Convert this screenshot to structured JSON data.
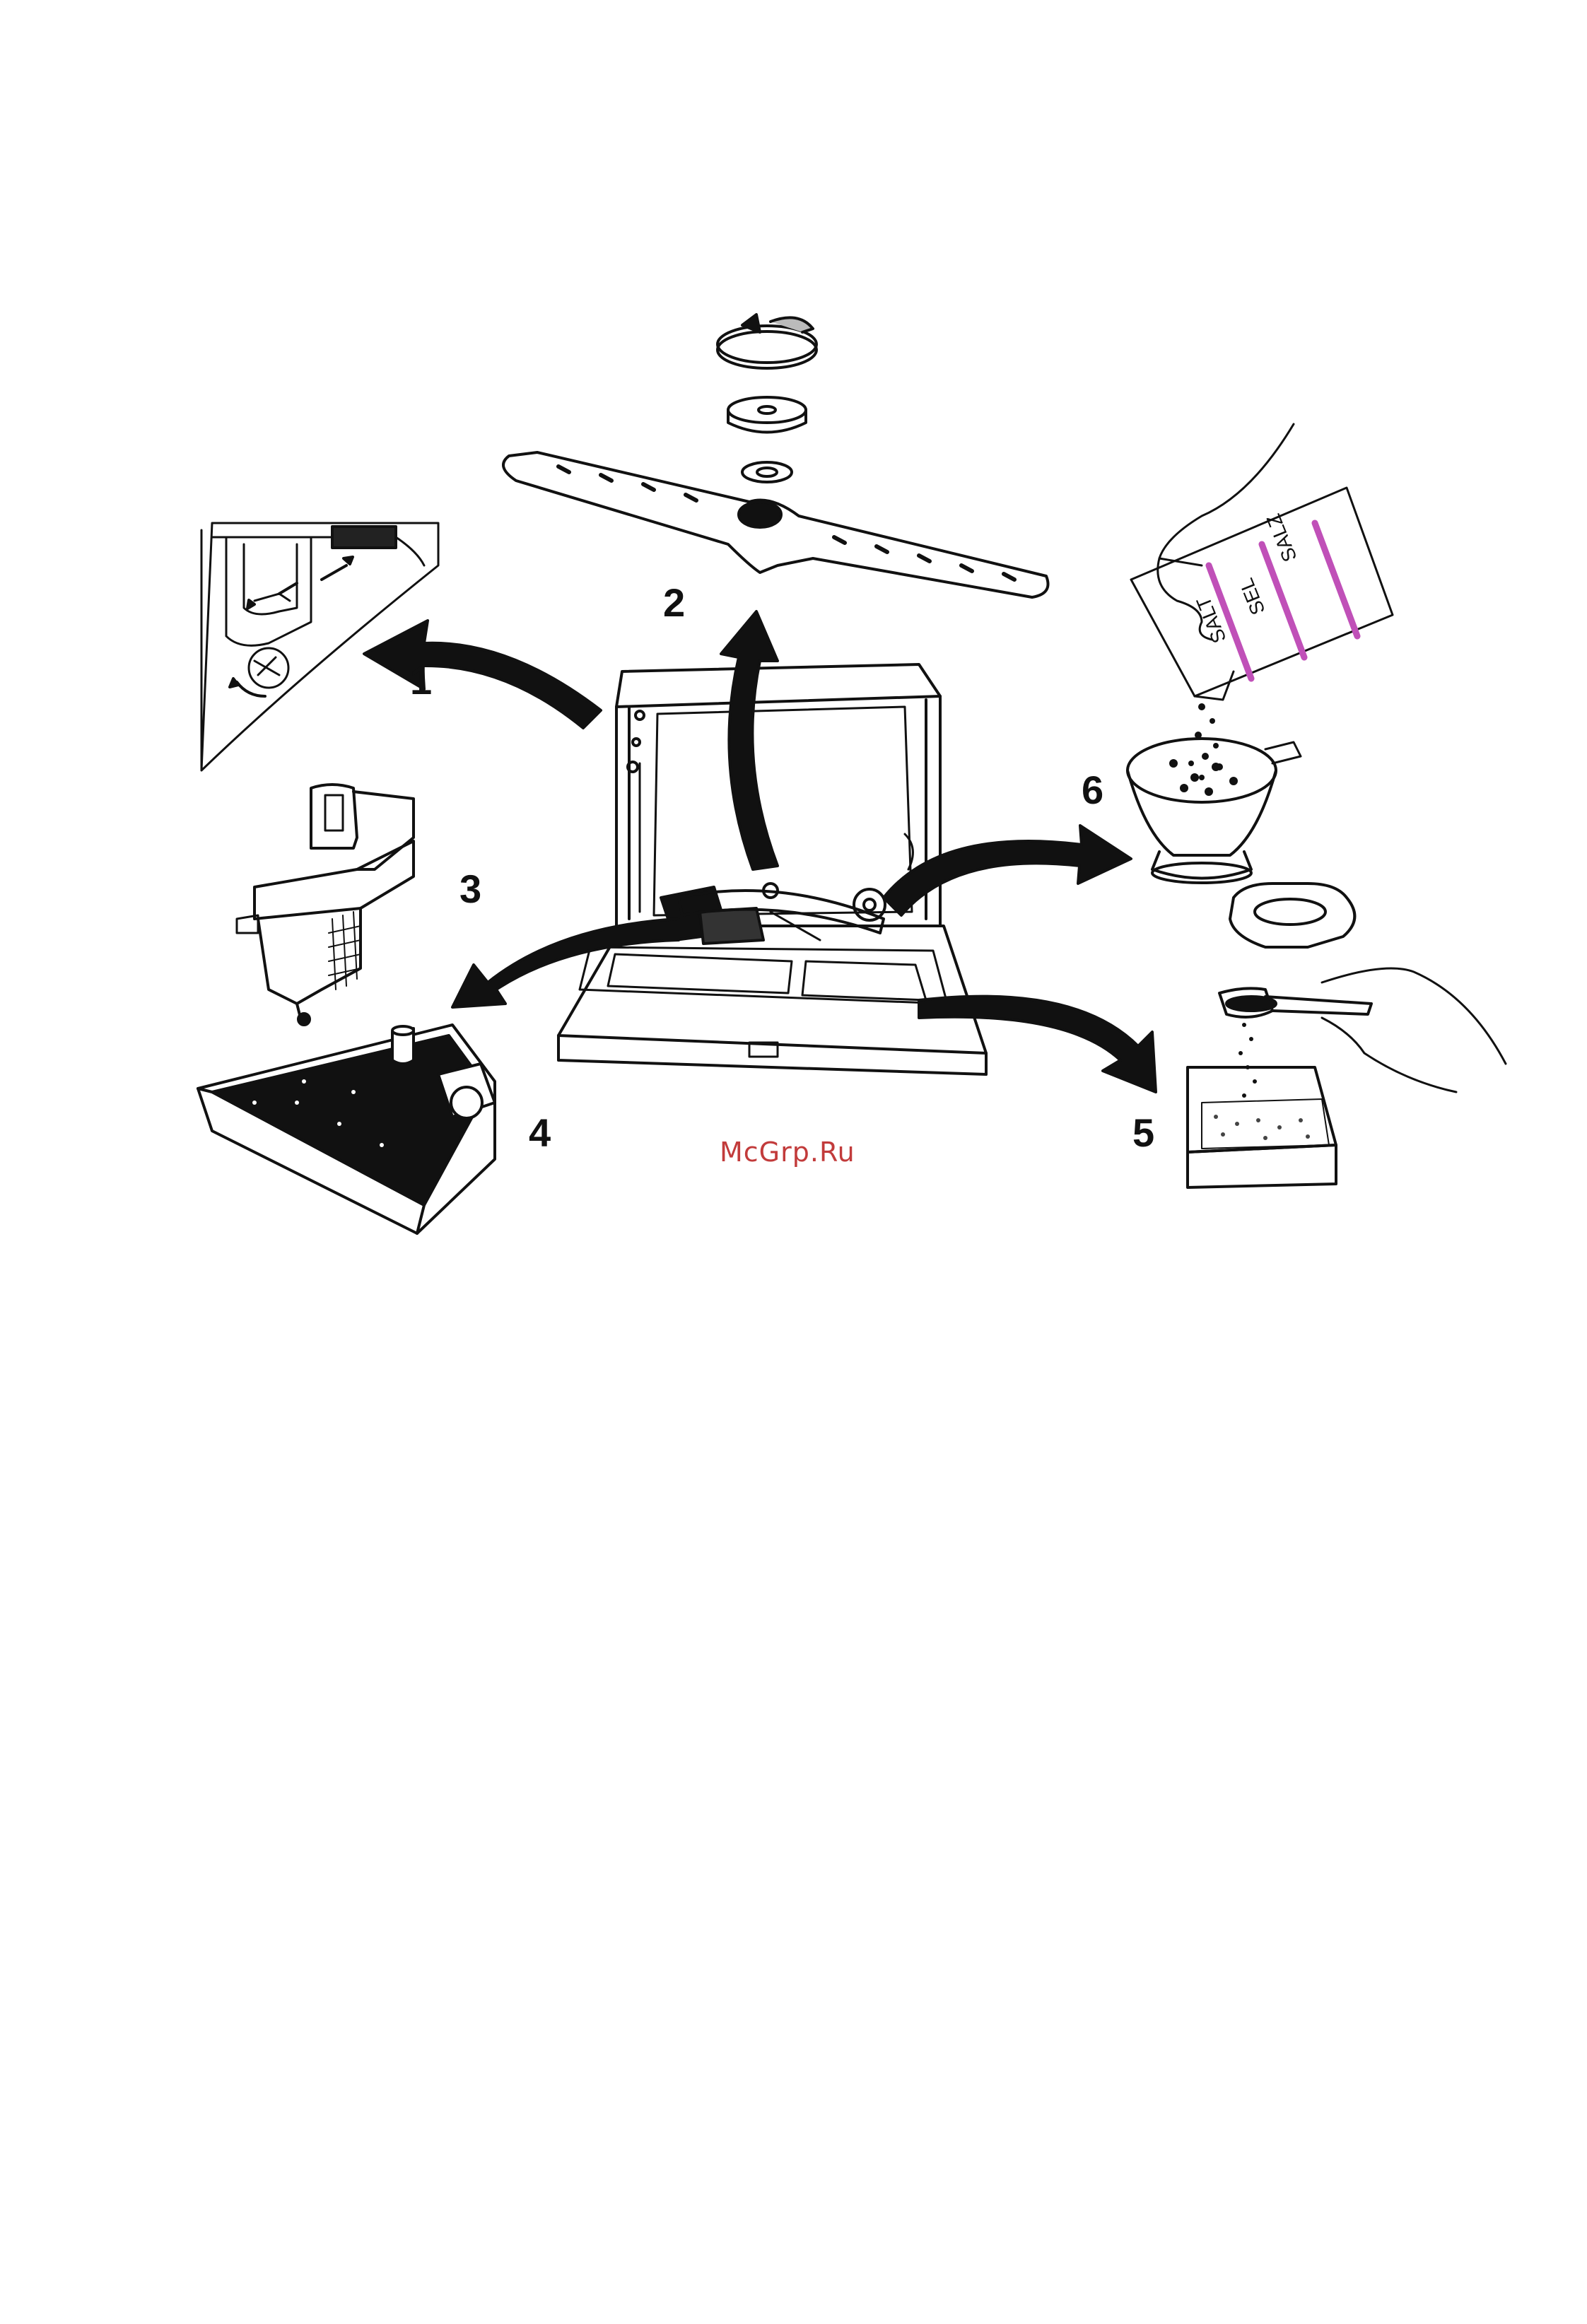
{
  "steps": {
    "s1": "1",
    "s2": "2",
    "s3": "3",
    "s4": "4",
    "s5": "5",
    "s6": "6"
  },
  "watermark": "McGrp.Ru",
  "salt_pack": {
    "line1": "SALZ",
    "line2": "SEL",
    "line3": "SALT"
  },
  "colors": {
    "line": "#111111",
    "salt_stripe": "#c050b8",
    "watermark": "#c23b3b"
  }
}
